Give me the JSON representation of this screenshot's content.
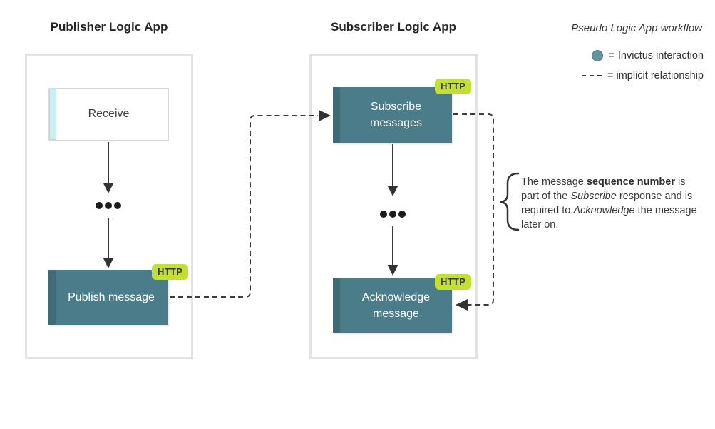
{
  "publisher": {
    "title": "Publisher Logic App",
    "receive_step": "Receive",
    "publish_step": "Publish message",
    "publish_badge": "HTTP"
  },
  "subscriber": {
    "title": "Subscriber Logic App",
    "subscribe_step": "Subscribe messages",
    "subscribe_badge": "HTTP",
    "acknowledge_step": "Acknowledge message",
    "acknowledge_badge": "HTTP"
  },
  "legend": {
    "title": "Pseudo Logic App workflow",
    "invictus_label": "= Invictus interaction",
    "implicit_label": "= implicit relationship"
  },
  "annotation": {
    "segments": [
      {
        "text": "The message "
      },
      {
        "text": "sequence number",
        "bold": true
      },
      {
        "text": " is part of the "
      },
      {
        "text": "Subscribe",
        "italic": true
      },
      {
        "text": " response and is required to "
      },
      {
        "text": "Acknowledge",
        "italic": true
      },
      {
        "text": " the message later on."
      }
    ]
  },
  "colors": {
    "step_teal": "#4A7D89",
    "step_teal_dark": "#3E6B76",
    "http_badge_lime": "#C2DF35",
    "receive_accent_cyan": "#CDEEF2",
    "panel_border_gray": "#E3E3E3",
    "line_ink": "#3C3C3C",
    "legend_circle_teal": "#67919D"
  }
}
